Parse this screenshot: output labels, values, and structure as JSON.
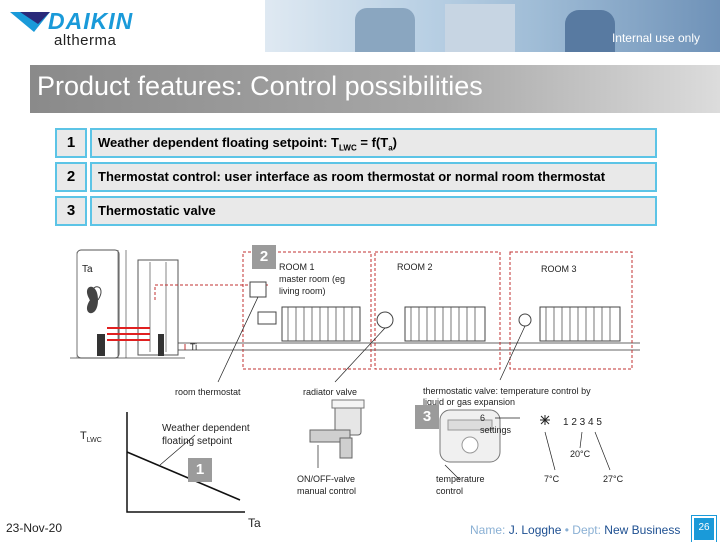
{
  "header": {
    "brand": "DAIKIN",
    "product": "altherma",
    "internal_label": "Internal use only"
  },
  "title": "Product features: Control possibilities",
  "features": [
    {
      "number": "1",
      "text_prefix": "Weather dependent floating setpoint: T",
      "sub1": "LWC",
      "mid": " = f(T",
      "sub2": "a",
      "suffix": ")"
    },
    {
      "number": "2",
      "text": "Thermostat control: user interface as room thermostat or normal room thermostat"
    },
    {
      "number": "3",
      "text": "Thermostatic valve"
    }
  ],
  "diagram": {
    "ta_label": "Ta",
    "ti_label": "Ti",
    "callout_2": "2",
    "callout_3": "3",
    "callout_1": "1",
    "room1": "ROOM 1",
    "room1_desc_1": "master room (eg",
    "room1_desc_2": "living room)",
    "room2": "ROOM 2",
    "room3": "ROOM 3",
    "room_thermostat": "room thermostat",
    "radiator_valve": "radiator valve",
    "thermostatic_desc_1": "thermostatic valve: temperature control by",
    "thermostatic_desc_2": "liquid or gas expansion",
    "settings_6": "6",
    "settings_label": "settings",
    "dial_numbers": "1  2  3  4  5",
    "temp_20": "20°C",
    "temp_7": "7°C",
    "temp_27": "27°C",
    "onoff_1": "ON/OFF-valve",
    "onoff_2": "manual control",
    "tempctl_1": "temperature",
    "tempctl_2": "control",
    "weather_1": "Weather dependent",
    "weather_2": "floating setpoint",
    "tlwc_main": "T",
    "tlwc_sub": "LWC",
    "ta_axis": "Ta"
  },
  "footer": {
    "date": "23-Nov-20",
    "name_prefix": "Name: ",
    "name": "J. Logghe",
    "sep": " • Dept: ",
    "dept": "New Business",
    "page": "26"
  },
  "colors": {
    "accent": "#5cc4e6",
    "brand_blue": "#1a9ad9",
    "pipe_red": "#e02020",
    "dashed_red": "#c03030"
  }
}
